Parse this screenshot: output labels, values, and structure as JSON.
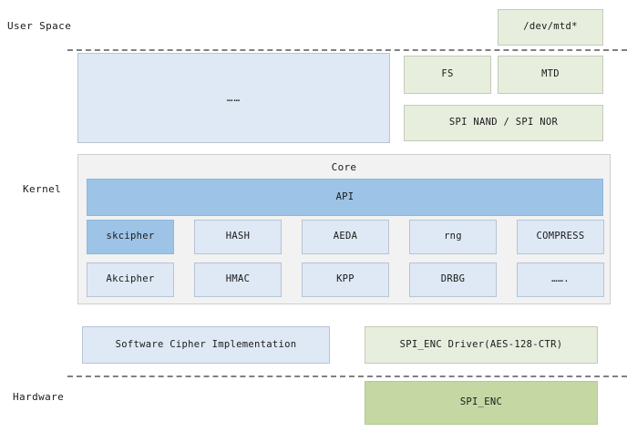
{
  "zones": [
    {
      "label": "User Space"
    },
    {
      "label": "Kernel"
    },
    {
      "label": "Hardware"
    }
  ],
  "user_space": {
    "dev_node": "/dev/mtd*"
  },
  "kernel": {
    "placeholder_box": "……",
    "fs": "FS",
    "mtd": "MTD",
    "spi_flash": "SPI NAND / SPI NOR",
    "core": {
      "title": "Core",
      "api": "API",
      "grid": [
        {
          "label": "skcipher",
          "highlighted": true
        },
        {
          "label": "HASH",
          "highlighted": false
        },
        {
          "label": "AEDA",
          "highlighted": false
        },
        {
          "label": "rng",
          "highlighted": false
        },
        {
          "label": "COMPRESS",
          "highlighted": false
        },
        {
          "label": "Akcipher",
          "highlighted": false
        },
        {
          "label": "HMAC",
          "highlighted": false
        },
        {
          "label": "KPP",
          "highlighted": false
        },
        {
          "label": "DRBG",
          "highlighted": false
        },
        {
          "label": "…….",
          "highlighted": false
        }
      ]
    },
    "software_cipher": "Software Cipher Implementation",
    "spi_enc_driver": "SPI_ENC Driver(AES-128-CTR)"
  },
  "hardware": {
    "spi_enc": "SPI_ENC"
  },
  "colors": {
    "blue_light": "#dee9f5",
    "blue_mid": "#9dc3e6",
    "green_light": "#e8eede",
    "green_mid": "#c5d8a4",
    "panel_grey": "#f2f2f2",
    "divider": "#808080"
  }
}
